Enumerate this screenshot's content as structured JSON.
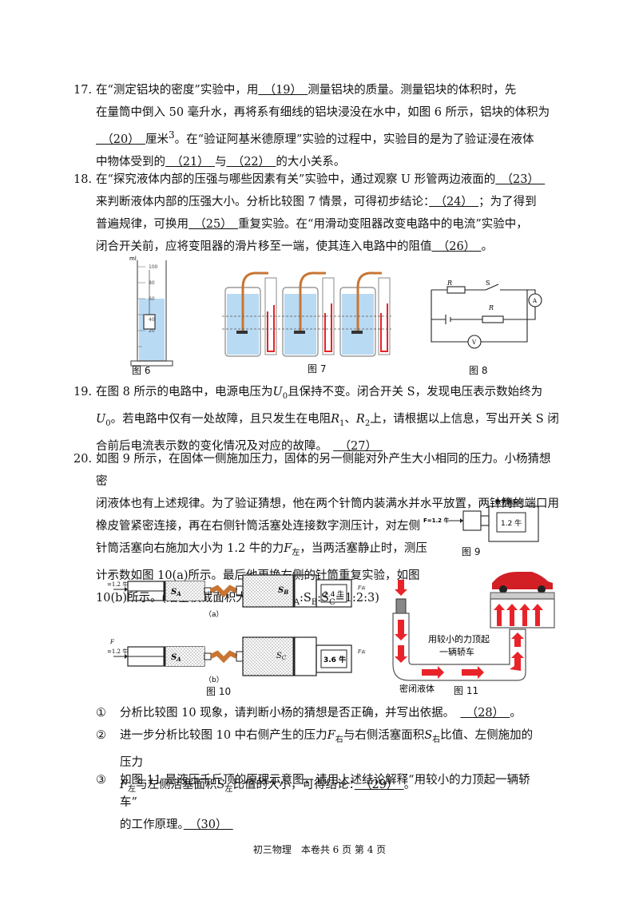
{
  "questions": {
    "q17": {
      "num": "17.",
      "l1a": "在“测定铝块的密度”实验中，用",
      "b19": "（19）",
      "l1b": "测量铝块的质量。测量铝块的体积时，先",
      "l2a": "在量筒中倒入 50 毫升水，再将系有细线的铝块浸没在水中，如图 6 所示，铝块的体积为",
      "b20": "（20）",
      "l3a": "厘米",
      "l3b": "。在“验证阿基米德原理”实验的过程中，实验目的是为了验证浸在液体",
      "l4a": "中物体受到的",
      "b21": "（21）",
      "l4b": "与",
      "b22": "（22）",
      "l4c": "的大小关系。"
    },
    "q18": {
      "num": "18.",
      "l1a": "在“探究液体内部的压强与哪些因素有关”实验中，通过观察 U 形管两边液面的",
      "b23": "（23）",
      "l2a": "来判断液体内部的压强大小。分析比较图 7 情景，可得初步结论：",
      "b24": "（24）",
      "l2b": "；为了得到",
      "l3a": "普遍规律，可换用",
      "b25": "（25）",
      "l3b": "重复实验。在“用滑动变阻器改变电路中的电流”实验中，",
      "l4a": "闭合开关前，应将变阻器的滑片移至一端，使其连入电路中的阻值",
      "b26": "（26）",
      "l4b": "。"
    },
    "q19": {
      "num": "19.",
      "l1a": "在图 8 所示的电路中，电源电压为",
      "u0a": "U",
      "l1b": "且保持不变。闭合开关 S，发现电压表示数始终为",
      "u0b": "U",
      "l2a": "。若电路中仅有一处故障，且只发生在电阻",
      "r1": "R",
      "l2b": "、",
      "r2": "R",
      "l2c": "上，请根据以上信息，写出开关 S 闭",
      "l3a": "合前后电流表示数的变化情况及对应的故障。",
      "b27": "（27）"
    },
    "q20": {
      "num": "20.",
      "l1": "如图 9 所示，在固体一侧施加压力，固体的另一侧能对外产生大小相同的压力。小杨猜想密",
      "l2": "闭液体也有上述规律。为了验证猜想，他在两个针筒内装满水并水平放置，两针筒的端口用",
      "l3": "橡皮管紧密连接，再在右侧针筒活塞处连接数字测压计，对左侧",
      "l4a": "针筒活塞向右施加大小为 1.2 牛的力",
      "fleft": "F",
      "l4b": "，当两活塞静止时，测压",
      "l5": "计示数如图 10(a)所示。最后他更换右侧的针筒重复实验，如图",
      "l6": "10(b)所示。(活塞横截面积大小关系 S",
      "l6b": "=1:2:3)",
      "ratio_a": "A",
      "ratio_b": "B",
      "ratio_c": "C",
      "sub1_mark": "①",
      "sub1": "分析比较图 10 现象，请判断小杨的猜想是否正确，并写出依据。",
      "b28": "（28）",
      "sub1_end": "。",
      "sub2_mark": "②",
      "sub2a": "进一步分析比较图 10 中右侧产生的压力",
      "sub2b": "与右侧活塞面积",
      "sub2c": "比值、左侧施加的压力",
      "sub2d": "与左侧活塞面积",
      "sub2e": "比值的大小，可得结论：",
      "b29": "（29）",
      "sub2_end": "。",
      "sub3_mark": "③",
      "sub3a": "如图 11 是液压千斤顶的原理示意图，请用上述结论解释“用较小的力顶起一辆轿车”",
      "sub3b": "的工作原理。",
      "b30": "（30）"
    }
  },
  "figures": {
    "fig6": {
      "caption": "图 6",
      "ml": "ml",
      "ticks": [
        "100",
        "80",
        "60",
        "40",
        "20"
      ]
    },
    "fig7": {
      "caption": "图 7"
    },
    "fig8": {
      "caption": "图 8",
      "r1": "R",
      "s": "S",
      "r2": "R",
      "a": "A",
      "v": "V"
    },
    "fig9": {
      "caption": "图 9",
      "force": "F=1.2 牛",
      "meter_title": "数字测压计",
      "reading": "1.2 牛"
    },
    "fig10": {
      "caption": "图 10",
      "label_a": "（a）",
      "label_b": "（b）",
      "f_left": "F",
      "f_value": "=1.2 牛",
      "sa": "S",
      "sb": "S",
      "sc": "S",
      "reading_a": "2.4 牛",
      "reading_b": "3.6 牛",
      "f_right": "F"
    },
    "fig11": {
      "caption": "图 11",
      "liquid": "密闭液体",
      "text1": "用较小的力顶起",
      "text2": "一辆轿车"
    }
  },
  "footer": {
    "text": "初三物理　本卷共 6 页  第 4 页"
  },
  "colors": {
    "water": "#b9daf3",
    "tube": "#c87533",
    "red": "#e8232a",
    "car": "#d21f26"
  }
}
